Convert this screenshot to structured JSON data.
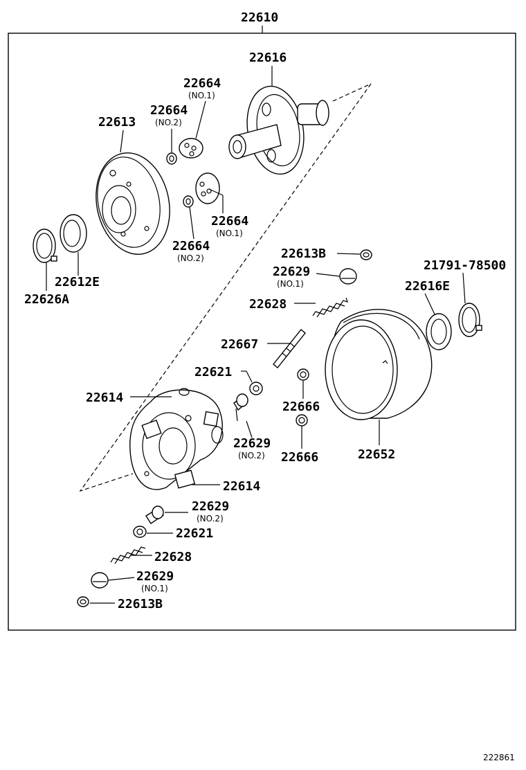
{
  "assembly": {
    "number": "22610"
  },
  "callouts": [
    {
      "part": "22616",
      "spec": ""
    },
    {
      "part": "22664",
      "spec": "(NO.1)"
    },
    {
      "part": "22664",
      "spec": "(NO.2)"
    },
    {
      "part": "22613",
      "spec": ""
    },
    {
      "part": "22664",
      "spec": "(NO.1)"
    },
    {
      "part": "22664",
      "spec": "(NO.2)"
    },
    {
      "part": "22612E",
      "spec": ""
    },
    {
      "part": "22626A",
      "spec": ""
    },
    {
      "part": "22613B",
      "spec": ""
    },
    {
      "part": "22629",
      "spec": "(NO.1)"
    },
    {
      "part": "21791-78500",
      "spec": ""
    },
    {
      "part": "22616E",
      "spec": ""
    },
    {
      "part": "22628",
      "spec": ""
    },
    {
      "part": "22667",
      "spec": ""
    },
    {
      "part": "22621",
      "spec": ""
    },
    {
      "part": "22614",
      "spec": ""
    },
    {
      "part": "22666",
      "spec": ""
    },
    {
      "part": "22629",
      "spec": "(NO.2)"
    },
    {
      "part": "22666",
      "spec": ""
    },
    {
      "part": "22652",
      "spec": ""
    },
    {
      "part": "22614",
      "spec": ""
    },
    {
      "part": "22629",
      "spec": "(NO.2)"
    },
    {
      "part": "22621",
      "spec": ""
    },
    {
      "part": "22628",
      "spec": ""
    },
    {
      "part": "22629",
      "spec": "(NO.1)"
    },
    {
      "part": "22613B",
      "spec": ""
    }
  ],
  "footer": {
    "illustration_id": "222861"
  }
}
